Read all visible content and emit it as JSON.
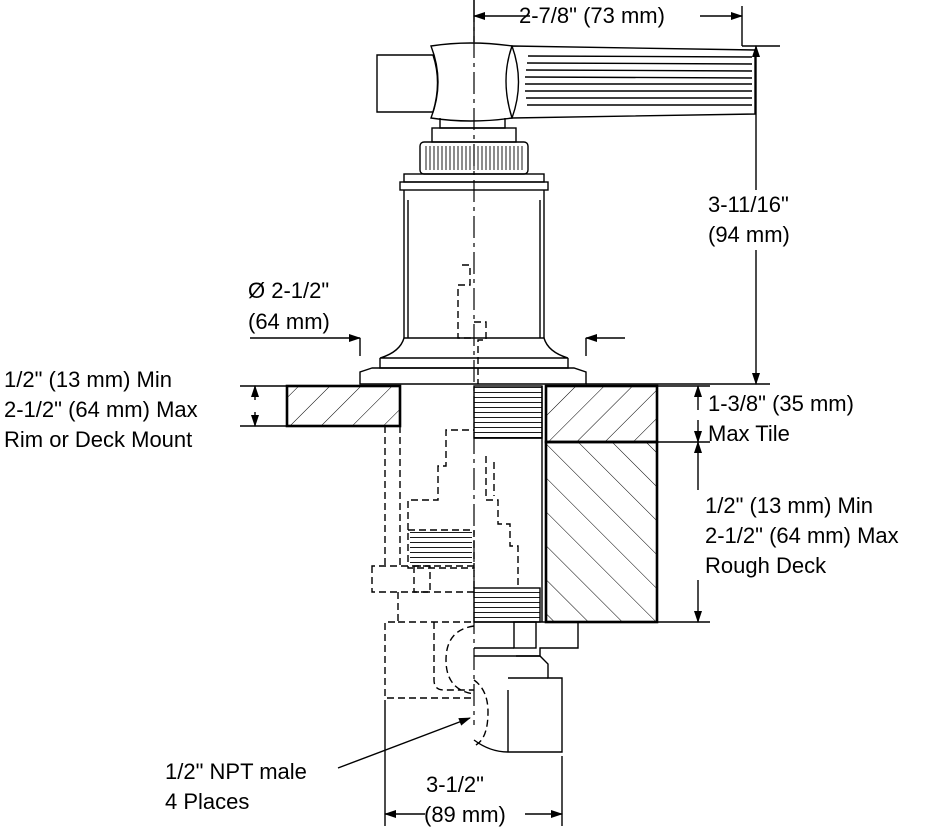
{
  "dimensions": {
    "handle_width": "2-7/8\" (73 mm)",
    "height_line1": "3-11/16\"",
    "height_line2": "(94 mm)",
    "diameter_line1": "Ø 2-1/2\"",
    "diameter_line2": "(64 mm)",
    "rim_line1": "1/2\" (13 mm) Min",
    "rim_line2": "2-1/2\" (64 mm) Max",
    "rim_line3": "Rim or Deck Mount",
    "tile_line1": "1-3/8\" (35 mm)",
    "tile_line2": "Max Tile",
    "rough_line1": "1/2\" (13 mm) Min",
    "rough_line2": "2-1/2\" (64 mm) Max",
    "rough_line3": "Rough Deck",
    "npt_line1": "1/2\" NPT male",
    "npt_line2": "4 Places",
    "base_line1": "3-1/2\"",
    "base_line2": "(89 mm)"
  },
  "colors": {
    "line": "#000000",
    "background": "#ffffff"
  }
}
